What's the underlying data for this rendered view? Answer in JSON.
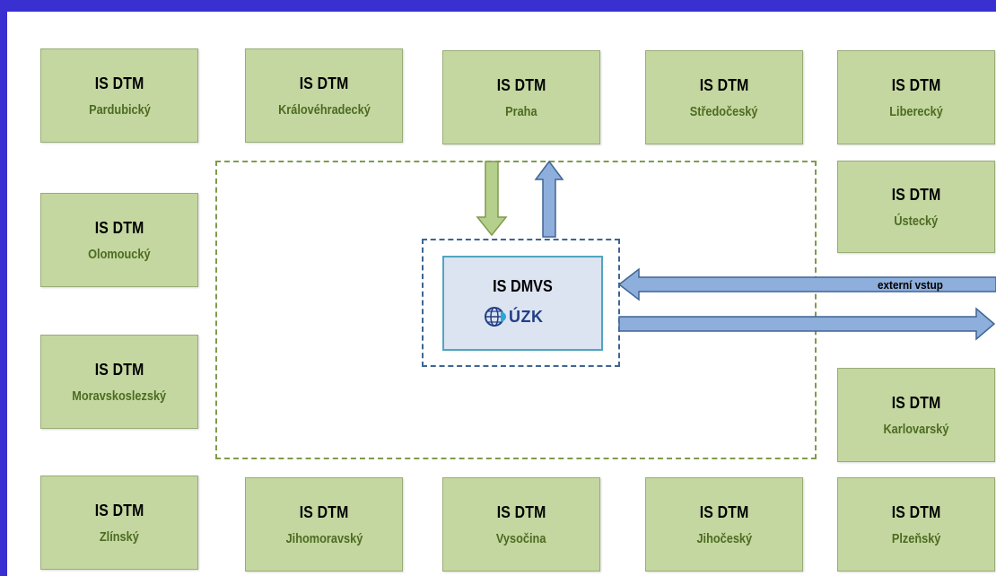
{
  "diagram": {
    "box_title": "IS DTM",
    "regions": {
      "pardubicky": "Pardubický",
      "kralovehradecky": "Královéhradecký",
      "praha": "Praha",
      "stredocesky": "Středočeský",
      "liberecky": "Liberecký",
      "ustecky": "Ústecký",
      "olomoucky": "Olomoucký",
      "moravskoslezsky": "Moravskoslezský",
      "karlovarsky": "Karlovarský",
      "zlinsky": "Zlínský",
      "jihomoravsky": "Jihomoravský",
      "vysocina": "Vysočina",
      "jihocesky": "Jihočeský",
      "plzensky": "Plzeňský"
    },
    "central": {
      "title": "IS DMVS",
      "logo_text": "ÚZK",
      "logo_icon": "cuzk-globe-icon"
    },
    "external_input_label": "externí vstup",
    "colors": {
      "background": "#3a2fd0",
      "box_fill": "#c4d7a0",
      "region_text": "#4c6b22",
      "green_arrow": "#b5cf8c",
      "blue_arrow": "#8eaedb",
      "central_fill": "#dce3f1",
      "central_border": "#4fa6c1"
    }
  }
}
